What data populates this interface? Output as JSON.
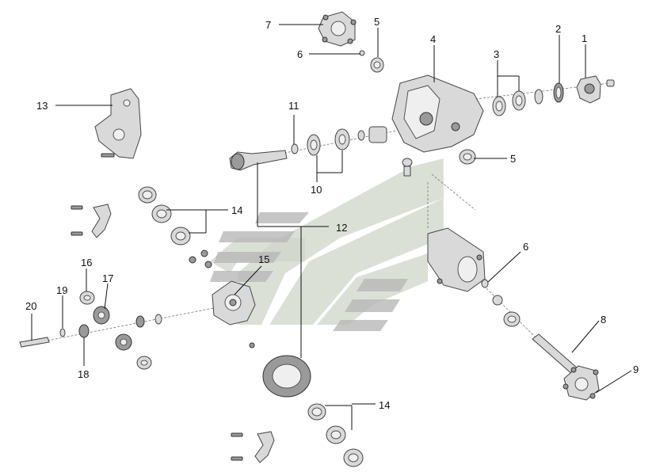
{
  "callouts": [
    {
      "id": "c1",
      "label": "1"
    },
    {
      "id": "c2",
      "label": "2"
    },
    {
      "id": "c3",
      "label": "3"
    },
    {
      "id": "c4",
      "label": "4"
    },
    {
      "id": "c5a",
      "label": "5"
    },
    {
      "id": "c5b",
      "label": "5"
    },
    {
      "id": "c6a",
      "label": "6"
    },
    {
      "id": "c6b",
      "label": "6"
    },
    {
      "id": "c7",
      "label": "7"
    },
    {
      "id": "c8",
      "label": "8"
    },
    {
      "id": "c9",
      "label": "9"
    },
    {
      "id": "c10",
      "label": "10"
    },
    {
      "id": "c11",
      "label": "11"
    },
    {
      "id": "c12",
      "label": "12"
    },
    {
      "id": "c13",
      "label": "13"
    },
    {
      "id": "c14a",
      "label": "14"
    },
    {
      "id": "c14b",
      "label": "14"
    },
    {
      "id": "c15",
      "label": "15"
    },
    {
      "id": "c16",
      "label": "16"
    },
    {
      "id": "c17",
      "label": "17"
    },
    {
      "id": "c18",
      "label": "18"
    },
    {
      "id": "c19",
      "label": "19"
    },
    {
      "id": "c20",
      "label": "20"
    }
  ]
}
